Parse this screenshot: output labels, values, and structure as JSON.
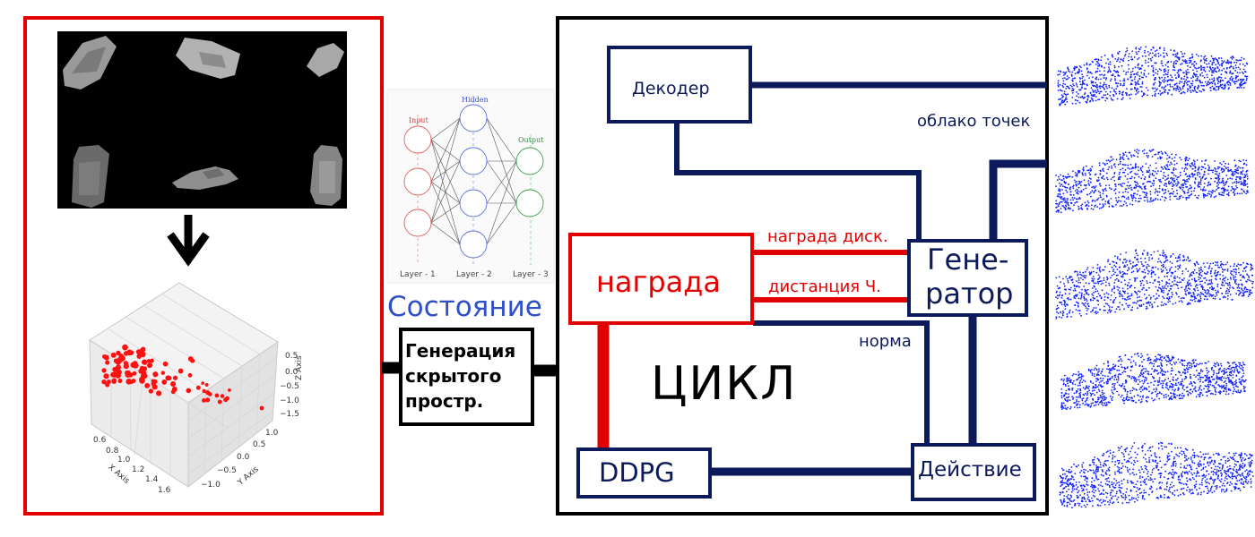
{
  "colors": {
    "navy": "#0c1a5c",
    "red": "#e30000",
    "blue_text": "#2f4fc9",
    "black": "#000000",
    "point_blue": "#1020ff",
    "point_red": "#ff1010"
  },
  "left_panel": {
    "plot3d": {
      "z_axis_label": "Z Axis",
      "y_axis_label": "Y Axis",
      "x_axis_label": "X Axis",
      "z_ticks": [
        "0.5",
        "0.0",
        "−0.5",
        "−1.0",
        "−1.5"
      ],
      "y_ticks": [
        "1.0",
        "0.5",
        "0.0",
        "−0.5",
        "−1.0"
      ],
      "x_ticks": [
        "0.6",
        "0.8",
        "1.0",
        "1.2",
        "1.4",
        "1.6"
      ]
    }
  },
  "nn": {
    "input": "Input",
    "hidden": "Hidden",
    "output": "Output",
    "layer1": "Layer - 1",
    "layer2": "Layer - 2",
    "layer3": "Layer - 3"
  },
  "state_label": "Состояние",
  "latent_box": {
    "line1": "Генерация",
    "line2": "скрытого",
    "line3": "простр."
  },
  "cycle": {
    "decoder": "Декодер",
    "point_cloud": "облако точек",
    "reward": "награда",
    "reward_disc": "награда диск.",
    "distance": "дистанция Ч.",
    "generator_line1": "Гене-",
    "generator_line2": "ратор",
    "norm": "норма",
    "cycle_label": "ЦИКЛ",
    "ddpg": "DDPG",
    "action": "Действие"
  }
}
